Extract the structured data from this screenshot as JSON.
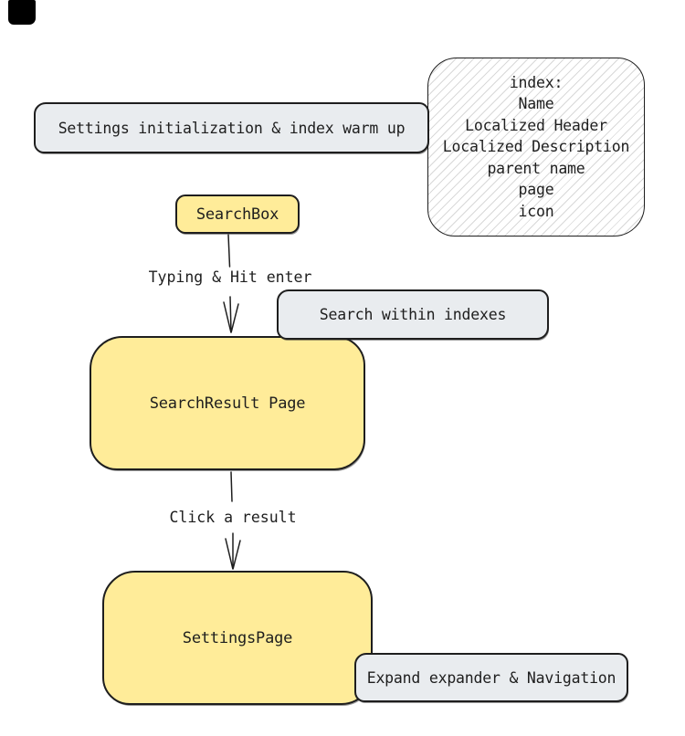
{
  "diagram": {
    "nodes": {
      "init": {
        "label": "Settings initialization & index warm up"
      },
      "index_note": {
        "lines": [
          "index:",
          "Name",
          "Localized Header",
          "Localized Description",
          "parent name",
          "page",
          "icon"
        ]
      },
      "search_box": {
        "label": "SearchBox"
      },
      "search_within": {
        "label": "Search within indexes"
      },
      "search_result": {
        "label": "SearchResult Page"
      },
      "settings_page": {
        "label": "SettingsPage"
      },
      "expand_nav": {
        "label": "Expand expander & Navigation"
      }
    },
    "edges": [
      {
        "label": "Typing & Hit enter",
        "from": "search_box",
        "to": "search_result"
      },
      {
        "label": "Click a result",
        "from": "search_result",
        "to": "settings_page"
      }
    ],
    "colors": {
      "stroke": "#1e1e1e",
      "yellow_fill": "#ffec99",
      "gray_fill": "#e9ecef",
      "hatch_line": "#d9d9d9",
      "black_shape": "#000000",
      "background": "#ffffff"
    }
  }
}
